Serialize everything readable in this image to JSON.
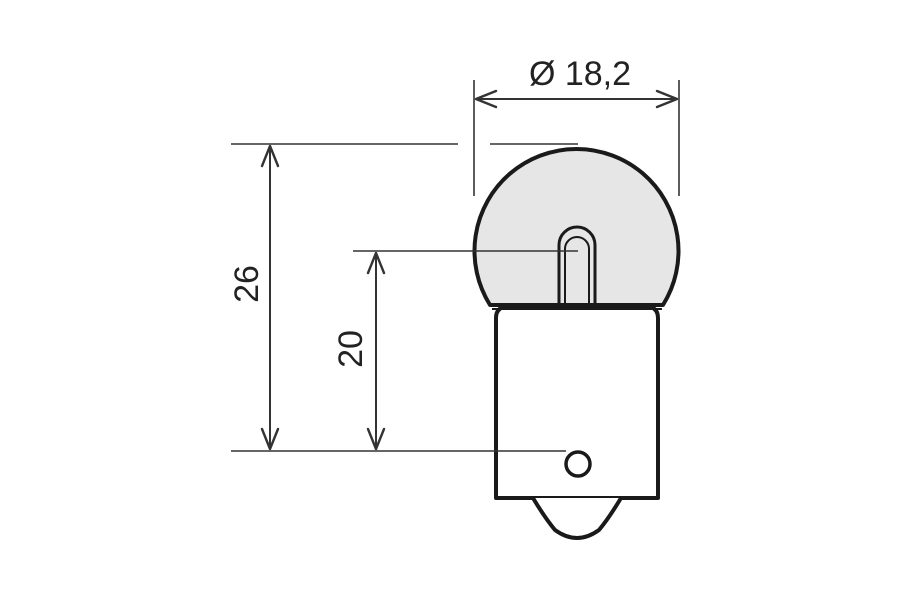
{
  "diagram": {
    "diameter_label": "Ø 18,2",
    "overall_height_label": "26",
    "filament_height_label": "20"
  },
  "colors": {
    "line": "#1a1a1a",
    "dimension": "#333333",
    "glass": "#e6e6e6",
    "base": "#ffffff",
    "background": "#ffffff"
  }
}
